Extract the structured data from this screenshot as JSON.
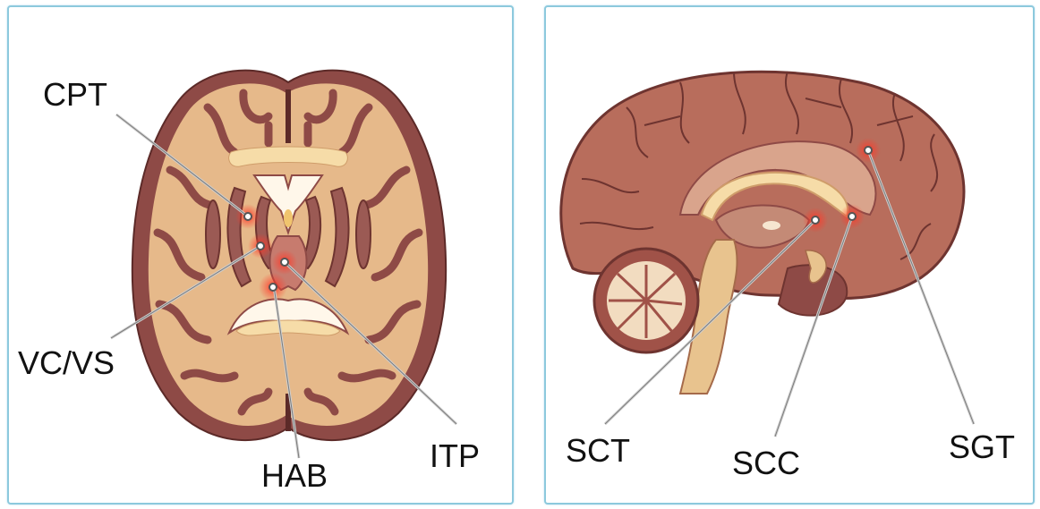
{
  "left_panel": {
    "labels": {
      "cpt": "CPT",
      "vcvs": "VC/VS",
      "hab": "HAB",
      "itp": "ITP"
    }
  },
  "right_panel": {
    "labels": {
      "sct": "SCT",
      "scc": "SCC",
      "sgt": "SGT"
    }
  },
  "colors": {
    "panel_border": "#8cc9dd",
    "cortex": "#8e4a46",
    "white_matter": "#e6b98a",
    "target_glow": "#e8201a",
    "leader_line": "#bdbdbd"
  }
}
